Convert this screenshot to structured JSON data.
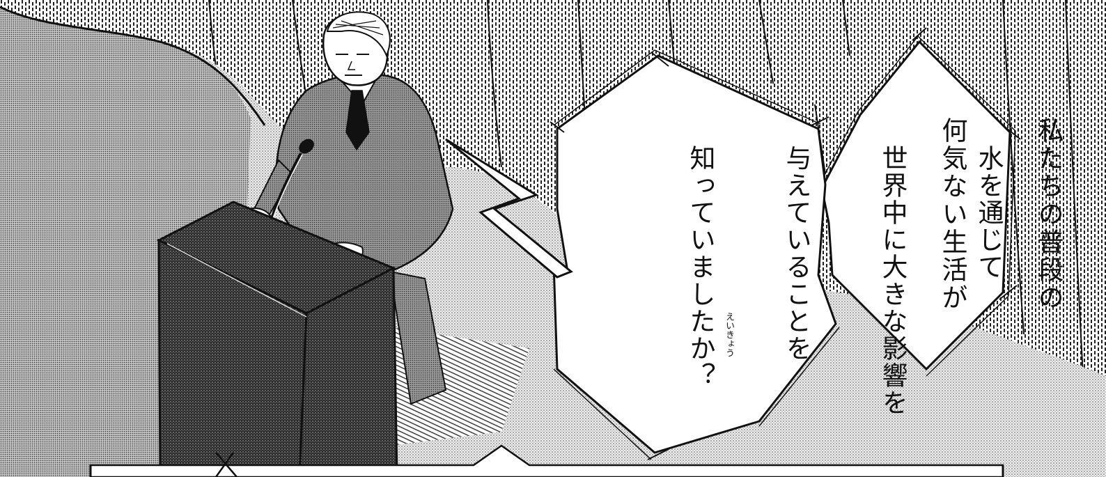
{
  "speech_right": {
    "line1": "私たちの普段の",
    "line2": "何気ない生活が"
  },
  "speech_left": {
    "line1": "水を通じて",
    "line2": "世界中に大きな影響を",
    "line3": "与えていることを",
    "line4": "知っていましたか？"
  },
  "furigana": {
    "eikyou": "えいきょう"
  },
  "colors": {
    "ink": "#111111",
    "paper": "#ffffff",
    "screentone_light": "#d9d9d9",
    "screentone_mid": "#a8a8a8",
    "screentone_dark": "#3a3a3a"
  }
}
